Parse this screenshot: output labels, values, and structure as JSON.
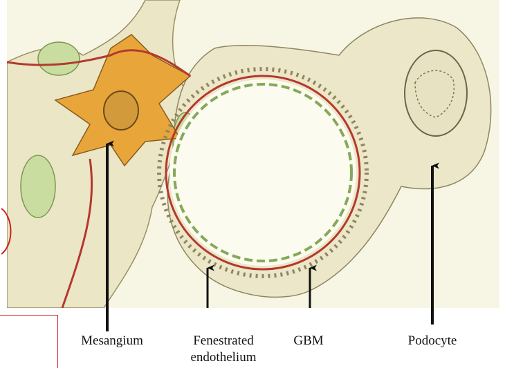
{
  "labels": {
    "mesangium": "Mesangium",
    "fenestrated_line1": "Fenestrated",
    "fenestrated_line2": "endothelium",
    "gbm": "GBM",
    "podocyte": "Podocyte"
  },
  "colors": {
    "background": "#f7f6e4",
    "mesangial_fill": "#e8a63a",
    "podocyte_fill": "#ebe7c8",
    "endothelial_fill": "#c9dda0",
    "gbm_line": "#b5382e",
    "arrow": "#111111",
    "annotation_red": "#cc1f1f"
  },
  "icons": {
    "arrow": "up-arrow-icon"
  }
}
